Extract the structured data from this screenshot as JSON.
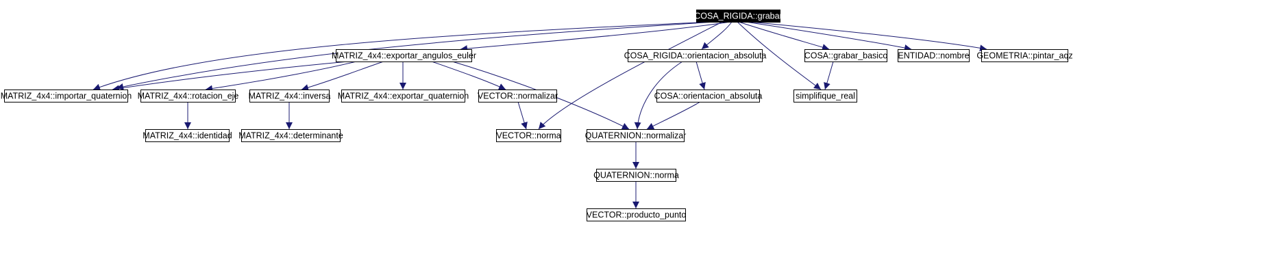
{
  "diagram": {
    "root_node": "n0",
    "colors": {
      "edge": "#191970",
      "root_fill": "#000000",
      "root_text": "#ffffff",
      "node_fill": "#ffffff",
      "node_stroke": "#000000",
      "node_text": "#000000"
    },
    "nodes": [
      {
        "id": "n0",
        "label": "COSA_RIGIDA::grabar"
      },
      {
        "id": "n1",
        "label": "MATRIZ_4x4::exportar_angulos_euler"
      },
      {
        "id": "n2",
        "label": "COSA_RIGIDA::orientacion_absoluta"
      },
      {
        "id": "n3",
        "label": "COSA::grabar_basico"
      },
      {
        "id": "n4",
        "label": "ENTIDAD::nombre"
      },
      {
        "id": "n5",
        "label": "GEOMETRIA::pintar_aqz"
      },
      {
        "id": "n6",
        "label": "MATRIZ_4x4::importar_quaternion"
      },
      {
        "id": "n7",
        "label": "MATRIZ_4x4::rotacion_eje"
      },
      {
        "id": "n8",
        "label": "MATRIZ_4x4::inversa"
      },
      {
        "id": "n9",
        "label": "MATRIZ_4x4::exportar_quaternion"
      },
      {
        "id": "n10",
        "label": "VECTOR::normalizar"
      },
      {
        "id": "n11",
        "label": "COSA::orientacion_absoluta"
      },
      {
        "id": "n12",
        "label": "simplifique_real"
      },
      {
        "id": "n13",
        "label": "MATRIZ_4x4::identidad"
      },
      {
        "id": "n14",
        "label": "MATRIZ_4x4::determinante"
      },
      {
        "id": "n15",
        "label": "VECTOR::norma"
      },
      {
        "id": "n16",
        "label": "QUATERNION::normalizar"
      },
      {
        "id": "n17",
        "label": "QUATERNION::norma"
      },
      {
        "id": "n18",
        "label": "VECTOR::producto_punto"
      }
    ],
    "edges": [
      {
        "from": "n0",
        "to": "n1"
      },
      {
        "from": "n0",
        "to": "n2"
      },
      {
        "from": "n0",
        "to": "n3"
      },
      {
        "from": "n0",
        "to": "n4"
      },
      {
        "from": "n0",
        "to": "n5"
      },
      {
        "from": "n0",
        "to": "n6"
      },
      {
        "from": "n0",
        "to": "n7"
      },
      {
        "from": "n0",
        "to": "n15"
      },
      {
        "from": "n0",
        "to": "n12"
      },
      {
        "from": "n1",
        "to": "n6"
      },
      {
        "from": "n1",
        "to": "n7"
      },
      {
        "from": "n1",
        "to": "n8"
      },
      {
        "from": "n1",
        "to": "n9"
      },
      {
        "from": "n1",
        "to": "n10"
      },
      {
        "from": "n1",
        "to": "n16"
      },
      {
        "from": "n2",
        "to": "n11"
      },
      {
        "from": "n2",
        "to": "n16"
      },
      {
        "from": "n3",
        "to": "n12"
      },
      {
        "from": "n7",
        "to": "n13"
      },
      {
        "from": "n8",
        "to": "n14"
      },
      {
        "from": "n10",
        "to": "n15"
      },
      {
        "from": "n11",
        "to": "n16"
      },
      {
        "from": "n16",
        "to": "n17"
      },
      {
        "from": "n17",
        "to": "n18"
      }
    ]
  }
}
